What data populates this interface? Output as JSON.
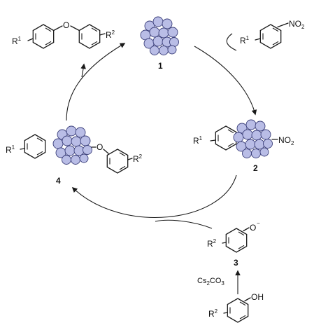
{
  "labels": {
    "cmpd1": "1",
    "cmpd2": "2",
    "cmpd3": "3",
    "cmpd4": "4",
    "reagent": "Cs2CO3",
    "reagent_main": "Cs",
    "reagent_sub1": "2",
    "reagent_mid": "CO",
    "reagent_sub2": "3"
  },
  "groups": {
    "r": "R",
    "r1_sup": "1",
    "r2_sup": "2",
    "nitro": "NO",
    "nitro_sub": "2",
    "oxygen": "O",
    "hydroxyl": "OH",
    "phenoxide": "O",
    "minus": "−"
  },
  "colors": {
    "cluster_fill": "#b9bde6",
    "cluster_stroke": "#3b3f7a",
    "ink": "#111111"
  }
}
